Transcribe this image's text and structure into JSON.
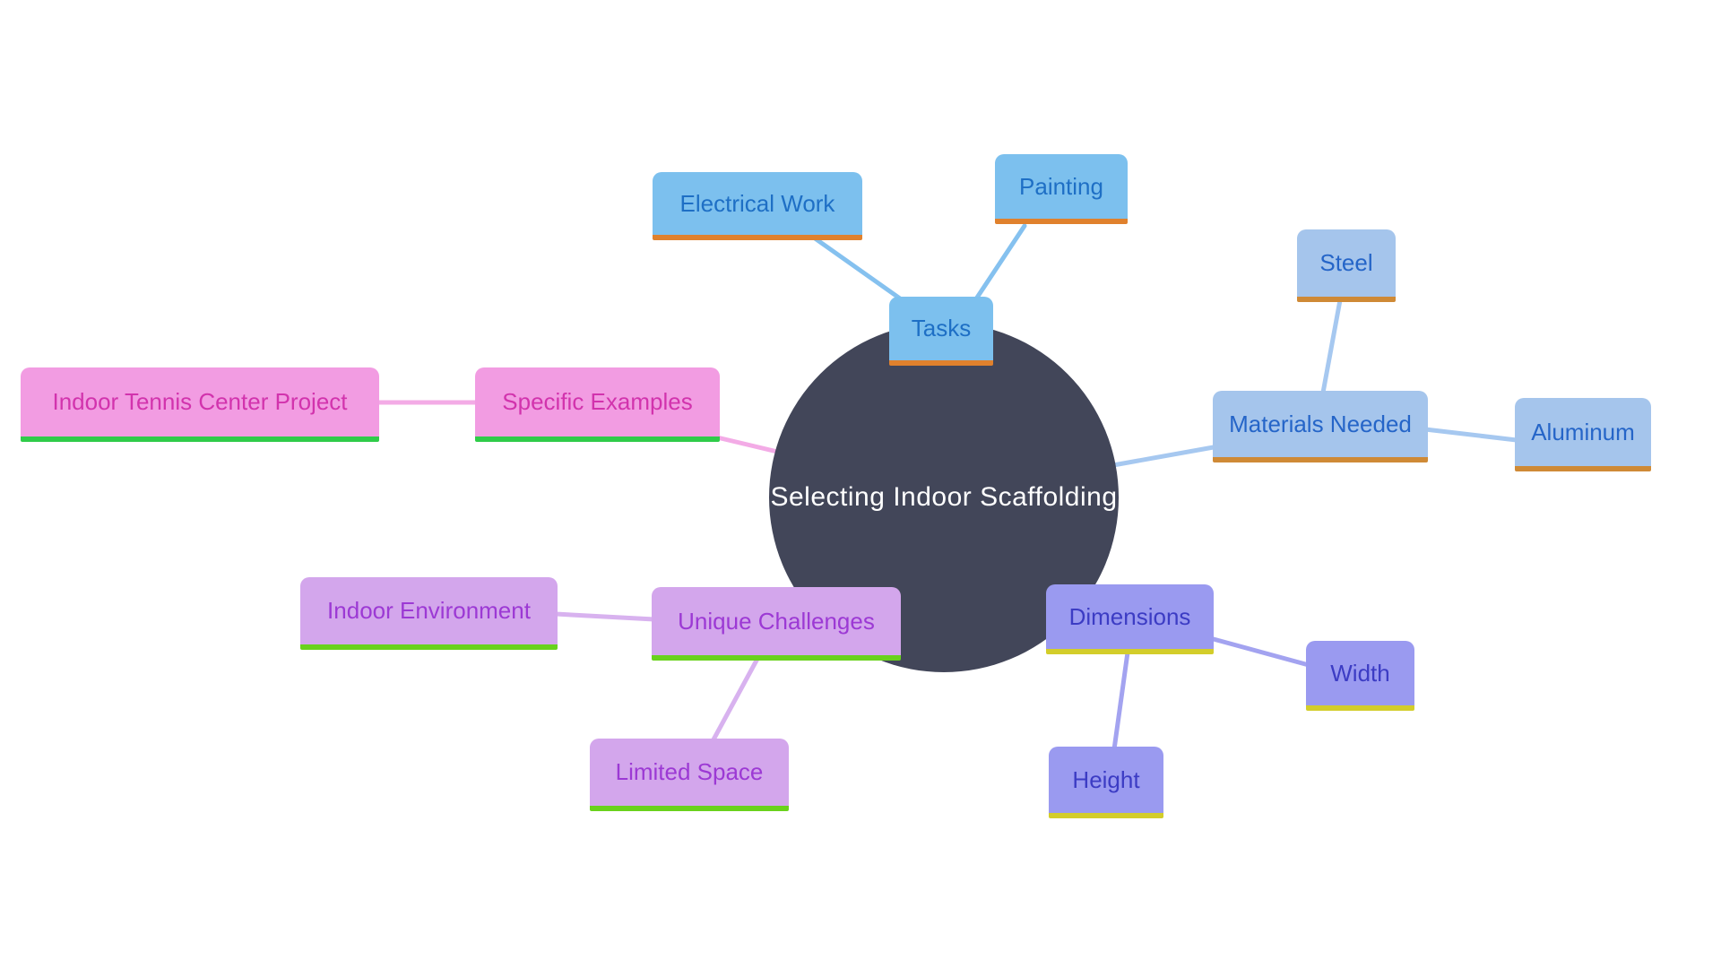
{
  "center": {
    "label": "Selecting Indoor Scaffolding",
    "bg_color": "#424659",
    "text_color": "#ffffff"
  },
  "branches": {
    "tasks": {
      "fill": "#7cc0ee",
      "text": "#1e6fc5",
      "underline": "#e0812d",
      "line": "#85c1ef",
      "parent": "Tasks",
      "children": [
        "Electrical Work",
        "Painting"
      ]
    },
    "materials": {
      "fill": "#a5c5ec",
      "text": "#2565c8",
      "underline": "#cf8a36",
      "line": "#a6c8f0",
      "parent": "Materials Needed",
      "children": [
        "Steel",
        "Aluminum"
      ]
    },
    "dimensions": {
      "fill": "#9a9af0",
      "text": "#3c3cc4",
      "underline": "#d3cd2a",
      "line": "#a3a3f0",
      "parent": "Dimensions",
      "children": [
        "Width",
        "Height"
      ]
    },
    "challenges": {
      "fill": "#d3a6ec",
      "text": "#9c39d4",
      "underline": "#69d21c",
      "line": "#d8b2ef",
      "parent": "Unique Challenges",
      "children": [
        "Indoor Environment",
        "Limited Space"
      ]
    },
    "examples": {
      "fill": "#f29ce2",
      "text": "#d233ad",
      "underline": "#2fcc49",
      "line": "#f3abe6",
      "parent": "Specific Examples",
      "children": [
        "Indoor Tennis Center Project"
      ]
    }
  },
  "nodes": {
    "tasks": {
      "label": "Tasks"
    },
    "electrical_work": {
      "label": "Electrical Work"
    },
    "painting": {
      "label": "Painting"
    },
    "steel": {
      "label": "Steel"
    },
    "materials_needed": {
      "label": "Materials Needed"
    },
    "aluminum": {
      "label": "Aluminum"
    },
    "dimensions": {
      "label": "Dimensions"
    },
    "width": {
      "label": "Width"
    },
    "height": {
      "label": "Height"
    },
    "unique_challenges": {
      "label": "Unique Challenges"
    },
    "indoor_environment": {
      "label": "Indoor Environment"
    },
    "limited_space": {
      "label": "Limited Space"
    },
    "specific_examples": {
      "label": "Specific Examples"
    },
    "indoor_tennis_center_project": {
      "label": "Indoor Tennis Center Project"
    }
  }
}
